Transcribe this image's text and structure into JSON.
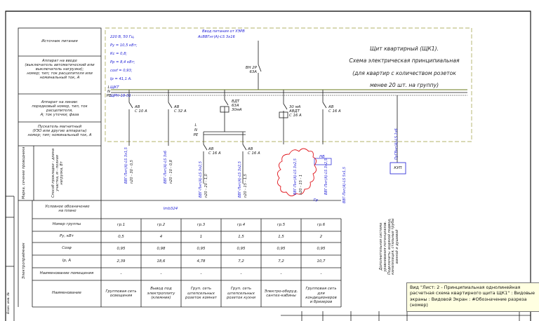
{
  "left_table": {
    "supply": "Источник питания",
    "input_device": "Аппарат на вводе\n(выключатель автоматический или\nвыключатель нагрузки);\nномер; тип; ток расцепителя или\nноминальный ток, А",
    "line_device": "Аппарат на линии:\nпорядковый номер, тип, ток расцепителя,\nА; ток утечки; фаза",
    "starter": "Пускатель магнитный\n(УЗО или другие аппараты)\nномер; тип; номинальный ток, А",
    "wiring_mark": "Марка, сечение проводника",
    "laying": "Способ прокладки - длина\nучастка, м - полная\nнагрузка, Вт",
    "symbol": "Условное обозначение\nна плане",
    "side_label": "Электроприёмник"
  },
  "supply_params": {
    "l1": "220 В, 50 Гц,",
    "l2": "Ру = 10,5 кВт;",
    "l3": "Кс = 0,8;",
    "l4": "Рр = 8,4 кВт;",
    "l5": "cosf = 0,93;",
    "l6": "Ip = 41,1 А.",
    "l7": "ЩКТ",
    "l8": "ЩРН-18-31"
  },
  "input": {
    "cable_label": "Ввод питания от УЭРВ",
    "cable_type": "АсВВГнг(А)-LS 3х16",
    "vn_label": "ВН 2Р\n63А"
  },
  "title": {
    "l1": "Щит квартирный (ЩК1).",
    "l2": "Схема электрическая принципиальная",
    "l3": "(для квартир с количеством розеток",
    "l4": "менее 20 шт. на группу)"
  },
  "bus": {
    "l": "L",
    "n": "N",
    "pe": "PE"
  },
  "devices": {
    "av1": "АВ\nС 10 А",
    "av2": "АВ\nС 32 А",
    "vdt": "ВДТ\n63А\n30мА",
    "avdt": "30 мА\nАВДТ\nС 16 А",
    "av6": "АВ\nС 16 А",
    "av3": "АВ\nС 16 А",
    "av4": "АВ\nС 16 А",
    "sub_l": "L",
    "sub_n": "N",
    "sub_pe": "PE",
    "nb": "НБ",
    "kup": "КУП",
    "gr_label": "Гр"
  },
  "cables": {
    "c1": "ВВГ-Пнг(А)-LS 3х1,5",
    "c1b": "n20 - 30 - 0,5",
    "c2": "ВВГ-Пнг(А)-LS 3х6",
    "c2b": "n20 - 10 - 0,8",
    "c3": "ВВГ-Пнг(А)-LS 3х2,5",
    "c3b": "n20 - 20 - 1,0",
    "c4": "ВВГ-Пнг(А)-LS 3х2,5",
    "c4b": "n20 - 15 - 1,5",
    "c5": "ВВГ-Пнг(А)-LS 3х2,5",
    "c5b": "n20 - 15 - 1",
    "c6": "ВВГ-Пнг(А)-LS 3х2,5",
    "c6b": "ВВГ-Пнг(А)-LS 5х1,5",
    "c7": "ПуГВнг(А)-LS 1х6",
    "lmb": "lmb324"
  },
  "bottom_table": {
    "row_labels": [
      "Номер группы",
      "Ру, кВт",
      "Cosφ",
      "Ip, A",
      "Наименование помещения",
      "Наименование"
    ],
    "columns": [
      {
        "group": "гр.1",
        "p": "0,5",
        "cos": "0,95",
        "ip": "2,39",
        "room": "-",
        "name": "Групповая сеть\nосвещения"
      },
      {
        "group": "гр.2",
        "p": "4",
        "cos": "0,98",
        "ip": "18,6",
        "room": "-",
        "name": "Вывод под\nэлектроплиту\n(клемник)"
      },
      {
        "group": "гр.3",
        "p": "1",
        "cos": "0,95",
        "ip": "4,78",
        "room": "-",
        "name": "Груп. сеть\nштепсельных\nрозеток комнат"
      },
      {
        "group": "гр.4",
        "p": "1,5",
        "cos": "0,95",
        "ip": "7,2",
        "room": "-",
        "name": "Груп. сеть\nштепсельных\nрозеток кухни"
      },
      {
        "group": "гр.5",
        "p": "1,5",
        "cos": "0,95",
        "ip": "7,2",
        "room": "-",
        "name": "Электро-оборуд.\nсантех-кабины"
      },
      {
        "group": "гр.6",
        "p": "2",
        "cos": "0,95",
        "ip": "10,7",
        "room": "-",
        "name": "Групповая сеть\nдля кондиционеров\nи бризеров"
      }
    ],
    "note": "Дополнительная система\nуравнивания потенциалов.\nПодключить: водяной подвод,\nканализация, стальные трубы\nванной и душевой"
  },
  "stamp": {
    "frame_label": "Взам. инв. №"
  },
  "tooltip": {
    "text": "Вид \"Лист: 2 - Принципиальная однолинейная расчетная схема квартирного щита ЩК1\" : Видовые экраны : Видовой Экран : #Обозначение разреза (номер)"
  },
  "colors": {
    "line": "#1a1a1a",
    "phase_green": "#6a7a1a",
    "blue_text": "#1d1dd6",
    "revision_cloud": "#e0141b",
    "dashed_frame": "#9a9a3a",
    "tooltip_bg": "#ffffe1"
  }
}
